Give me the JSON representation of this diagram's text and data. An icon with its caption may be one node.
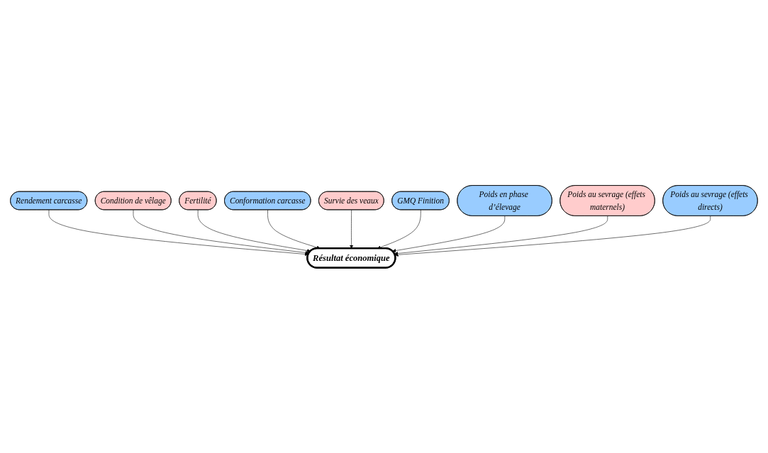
{
  "diagram": {
    "nodes": [
      {
        "text": [
          "Rendement carcasse"
        ]
      },
      {
        "text": [
          "Condition de vêlage"
        ]
      },
      {
        "text": [
          "Fertilité"
        ]
      },
      {
        "text": [
          "Conformation carcasse"
        ]
      },
      {
        "text": [
          "Résultat économique"
        ]
      },
      {
        "text": [
          "Survie des veaux"
        ]
      },
      {
        "text": [
          "GMQ Finition"
        ]
      },
      {
        "text": [
          "Poids en phase d’élevage"
        ]
      },
      {
        "text": [
          "Poids au sevrage (effets maternels)"
        ]
      },
      {
        "text": [
          "Poids au sevrage (effets directs)"
        ]
      }
    ],
    "edges": [
      {
        "from": 0,
        "to": 4,
        "arrow": "to"
      },
      {
        "from": 1,
        "to": 4,
        "arrow": "to"
      },
      {
        "from": 2,
        "to": 4,
        "arrow": "to"
      },
      {
        "from": 3,
        "to": 4,
        "arrow": "to"
      },
      {
        "from": 5,
        "to": 4,
        "arrow": "to"
      },
      {
        "from": 6,
        "to": 4,
        "arrow": "to"
      },
      {
        "from": 7,
        "to": 4,
        "arrow": "to"
      },
      {
        "from": 8,
        "to": 4,
        "arrow": "to"
      },
      {
        "from": 9,
        "to": 4,
        "arrow": "to"
      }
    ]
  }
}
